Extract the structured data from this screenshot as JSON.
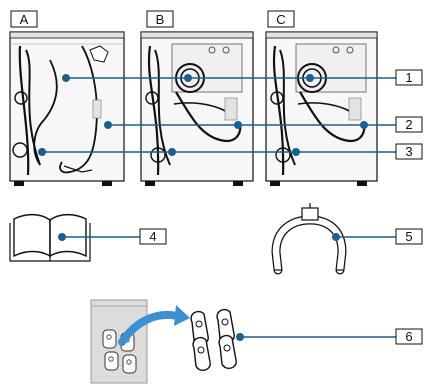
{
  "variant_labels": [
    "A",
    "B",
    "C"
  ],
  "callouts": [
    "1",
    "2",
    "3",
    "4",
    "5",
    "6"
  ],
  "colors": {
    "callout_line": "#1a5f8e",
    "dot": "#1a5f8e",
    "arrow": "#3d8fd0",
    "line_art": "#111111",
    "machine_gray": "#e3e3e3",
    "bag_fill": "#dcdcdc"
  },
  "icons": {
    "book": "manual-book-icon",
    "hook": "hose-hook-icon",
    "bag": "spare-parts-bag-icon",
    "caps": "transport-caps-icon"
  }
}
